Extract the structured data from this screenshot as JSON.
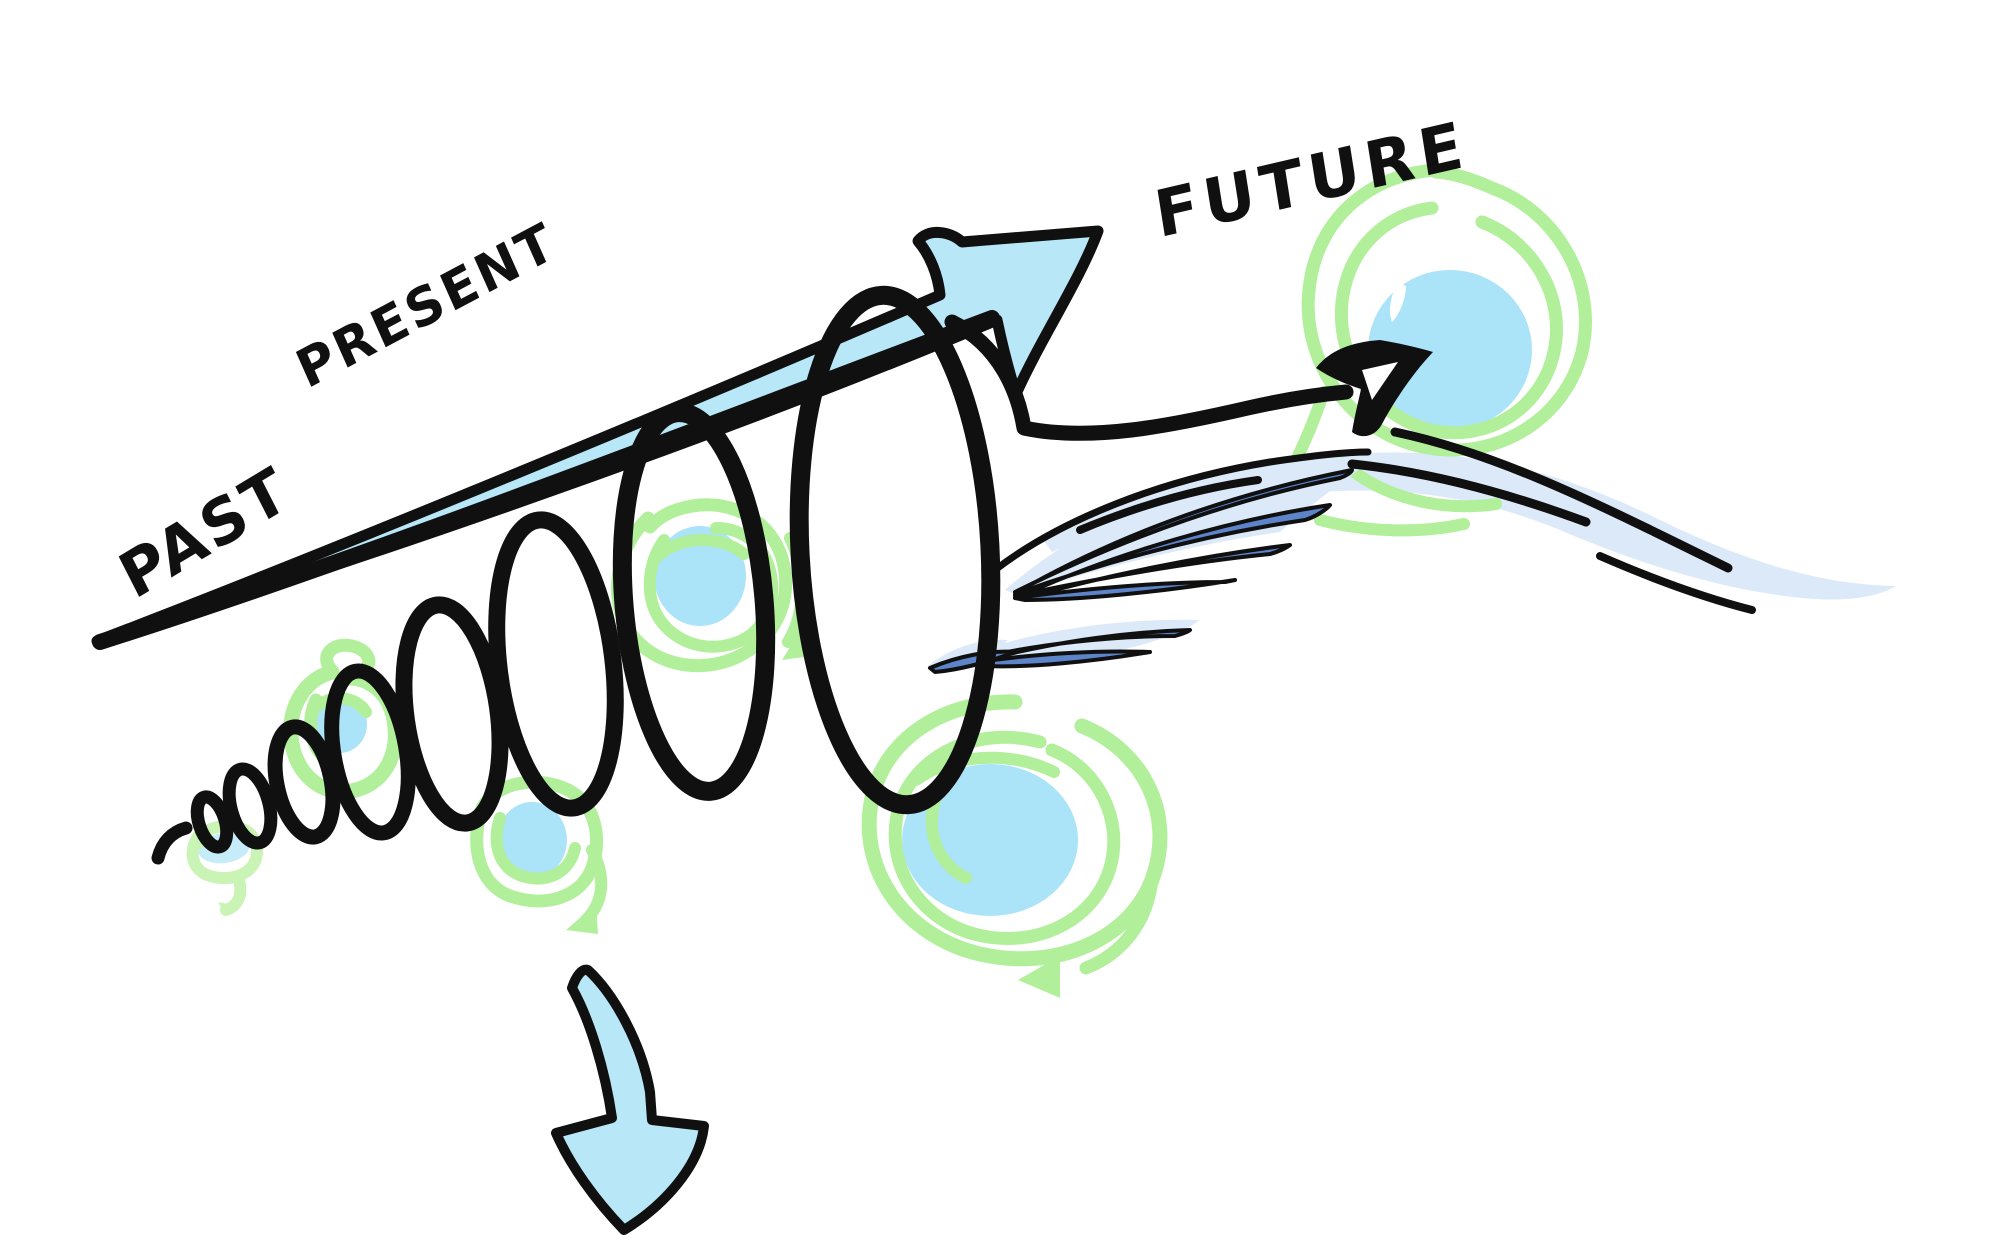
{
  "figure": {
    "labels": {
      "past": "PAST",
      "present": "PRESENT",
      "future": "FUTURE"
    },
    "colors": {
      "background": "#ffffff",
      "ink_black": "#101010",
      "arrow_blue_fill": "#b8e7f7",
      "milestone_blue": "#abe3f8",
      "milestone_blue_soft": "#c6ecfa",
      "swirl_green": "#b1ef9b",
      "swirl_green_soft": "#c9f4b6",
      "feather_blue": "#5d84c9",
      "swoosh_pale_blue": "#dce9f8"
    },
    "elements": {
      "timeline_arrow": "timeline-arrow",
      "growth_spiral": "growth-spiral-coil",
      "spiral_exit_arrow": "spiral-exit-arrow",
      "milestone_swirls": "milestone-swirl-markers",
      "feather_burst": "feather-burst",
      "swoosh": "swoosh-curve",
      "down_arrow": "down-curve-arrow"
    }
  }
}
